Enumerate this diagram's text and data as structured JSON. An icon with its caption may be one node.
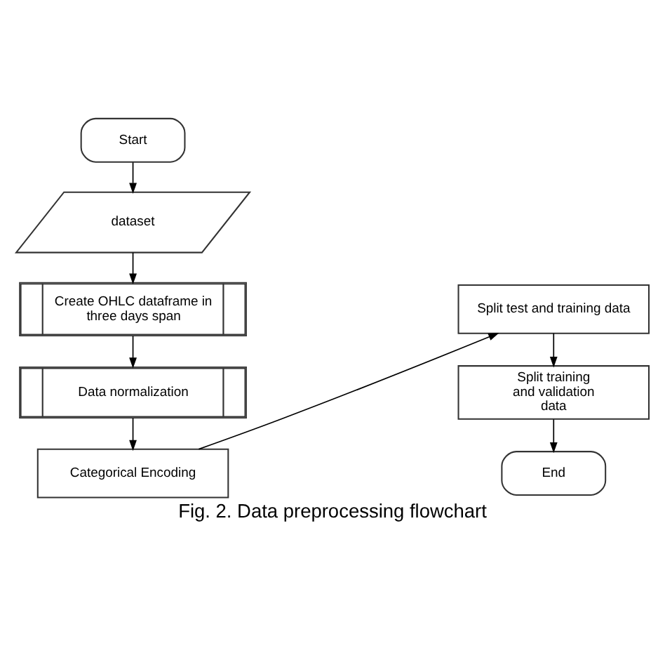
{
  "diagram": {
    "caption": "Fig. 2. Data preprocessing flowchart",
    "nodes": [
      {
        "text": [
          "Start"
        ]
      },
      {
        "text": [
          "dataset"
        ]
      },
      {
        "text": [
          "Create OHLC dataframe in three days span"
        ]
      },
      {
        "text": [
          "Data normalization"
        ]
      },
      {
        "text": [
          "Categorical Encoding"
        ]
      },
      {
        "text": [
          "Split test and training data"
        ]
      },
      {
        "text": [
          "Split training and validation data"
        ]
      },
      {
        "text": [
          "End"
        ]
      }
    ],
    "edges": [
      {
        "from": 0,
        "to": 1,
        "arrow": "to"
      },
      {
        "from": 1,
        "to": 2,
        "arrow": "to"
      },
      {
        "from": 2,
        "to": 3,
        "arrow": "to"
      },
      {
        "from": 3,
        "to": 4,
        "arrow": "to"
      },
      {
        "from": 4,
        "to": 5,
        "arrow": "to"
      },
      {
        "from": 5,
        "to": 6,
        "arrow": "to"
      },
      {
        "from": 6,
        "to": 7,
        "arrow": "to"
      }
    ]
  }
}
